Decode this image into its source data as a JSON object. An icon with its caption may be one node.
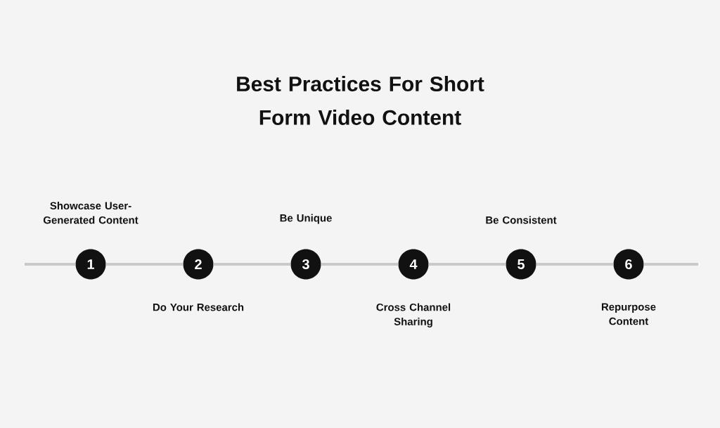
{
  "diagram": {
    "title": "Best Practices For Short Form Video Content",
    "nodes": [
      {
        "text": [
          "1"
        ],
        "beside": [
          "Showcase User-Generated Content"
        ]
      },
      {
        "text": [
          "2"
        ],
        "beside": [
          "Do Your Research"
        ]
      },
      {
        "text": [
          "3"
        ],
        "beside": [
          "Be Unique"
        ]
      },
      {
        "text": [
          "4"
        ],
        "beside": [
          "Cross Channel Sharing"
        ]
      },
      {
        "text": [
          "5"
        ],
        "beside": [
          "Be Consistent"
        ]
      },
      {
        "text": [
          "6"
        ],
        "beside": [
          "Repurpose Content"
        ]
      }
    ],
    "edges": [
      {
        "from": null,
        "to": 0,
        "arrow": "none"
      },
      {
        "from": 0,
        "to": 1,
        "arrow": "none"
      },
      {
        "from": 1,
        "to": 2,
        "arrow": "none"
      },
      {
        "from": 2,
        "to": 3,
        "arrow": "none"
      },
      {
        "from": 3,
        "to": 4,
        "arrow": "none"
      },
      {
        "from": 4,
        "to": 5,
        "arrow": "none"
      },
      {
        "from": 5,
        "to": null,
        "arrow": "none"
      }
    ]
  }
}
